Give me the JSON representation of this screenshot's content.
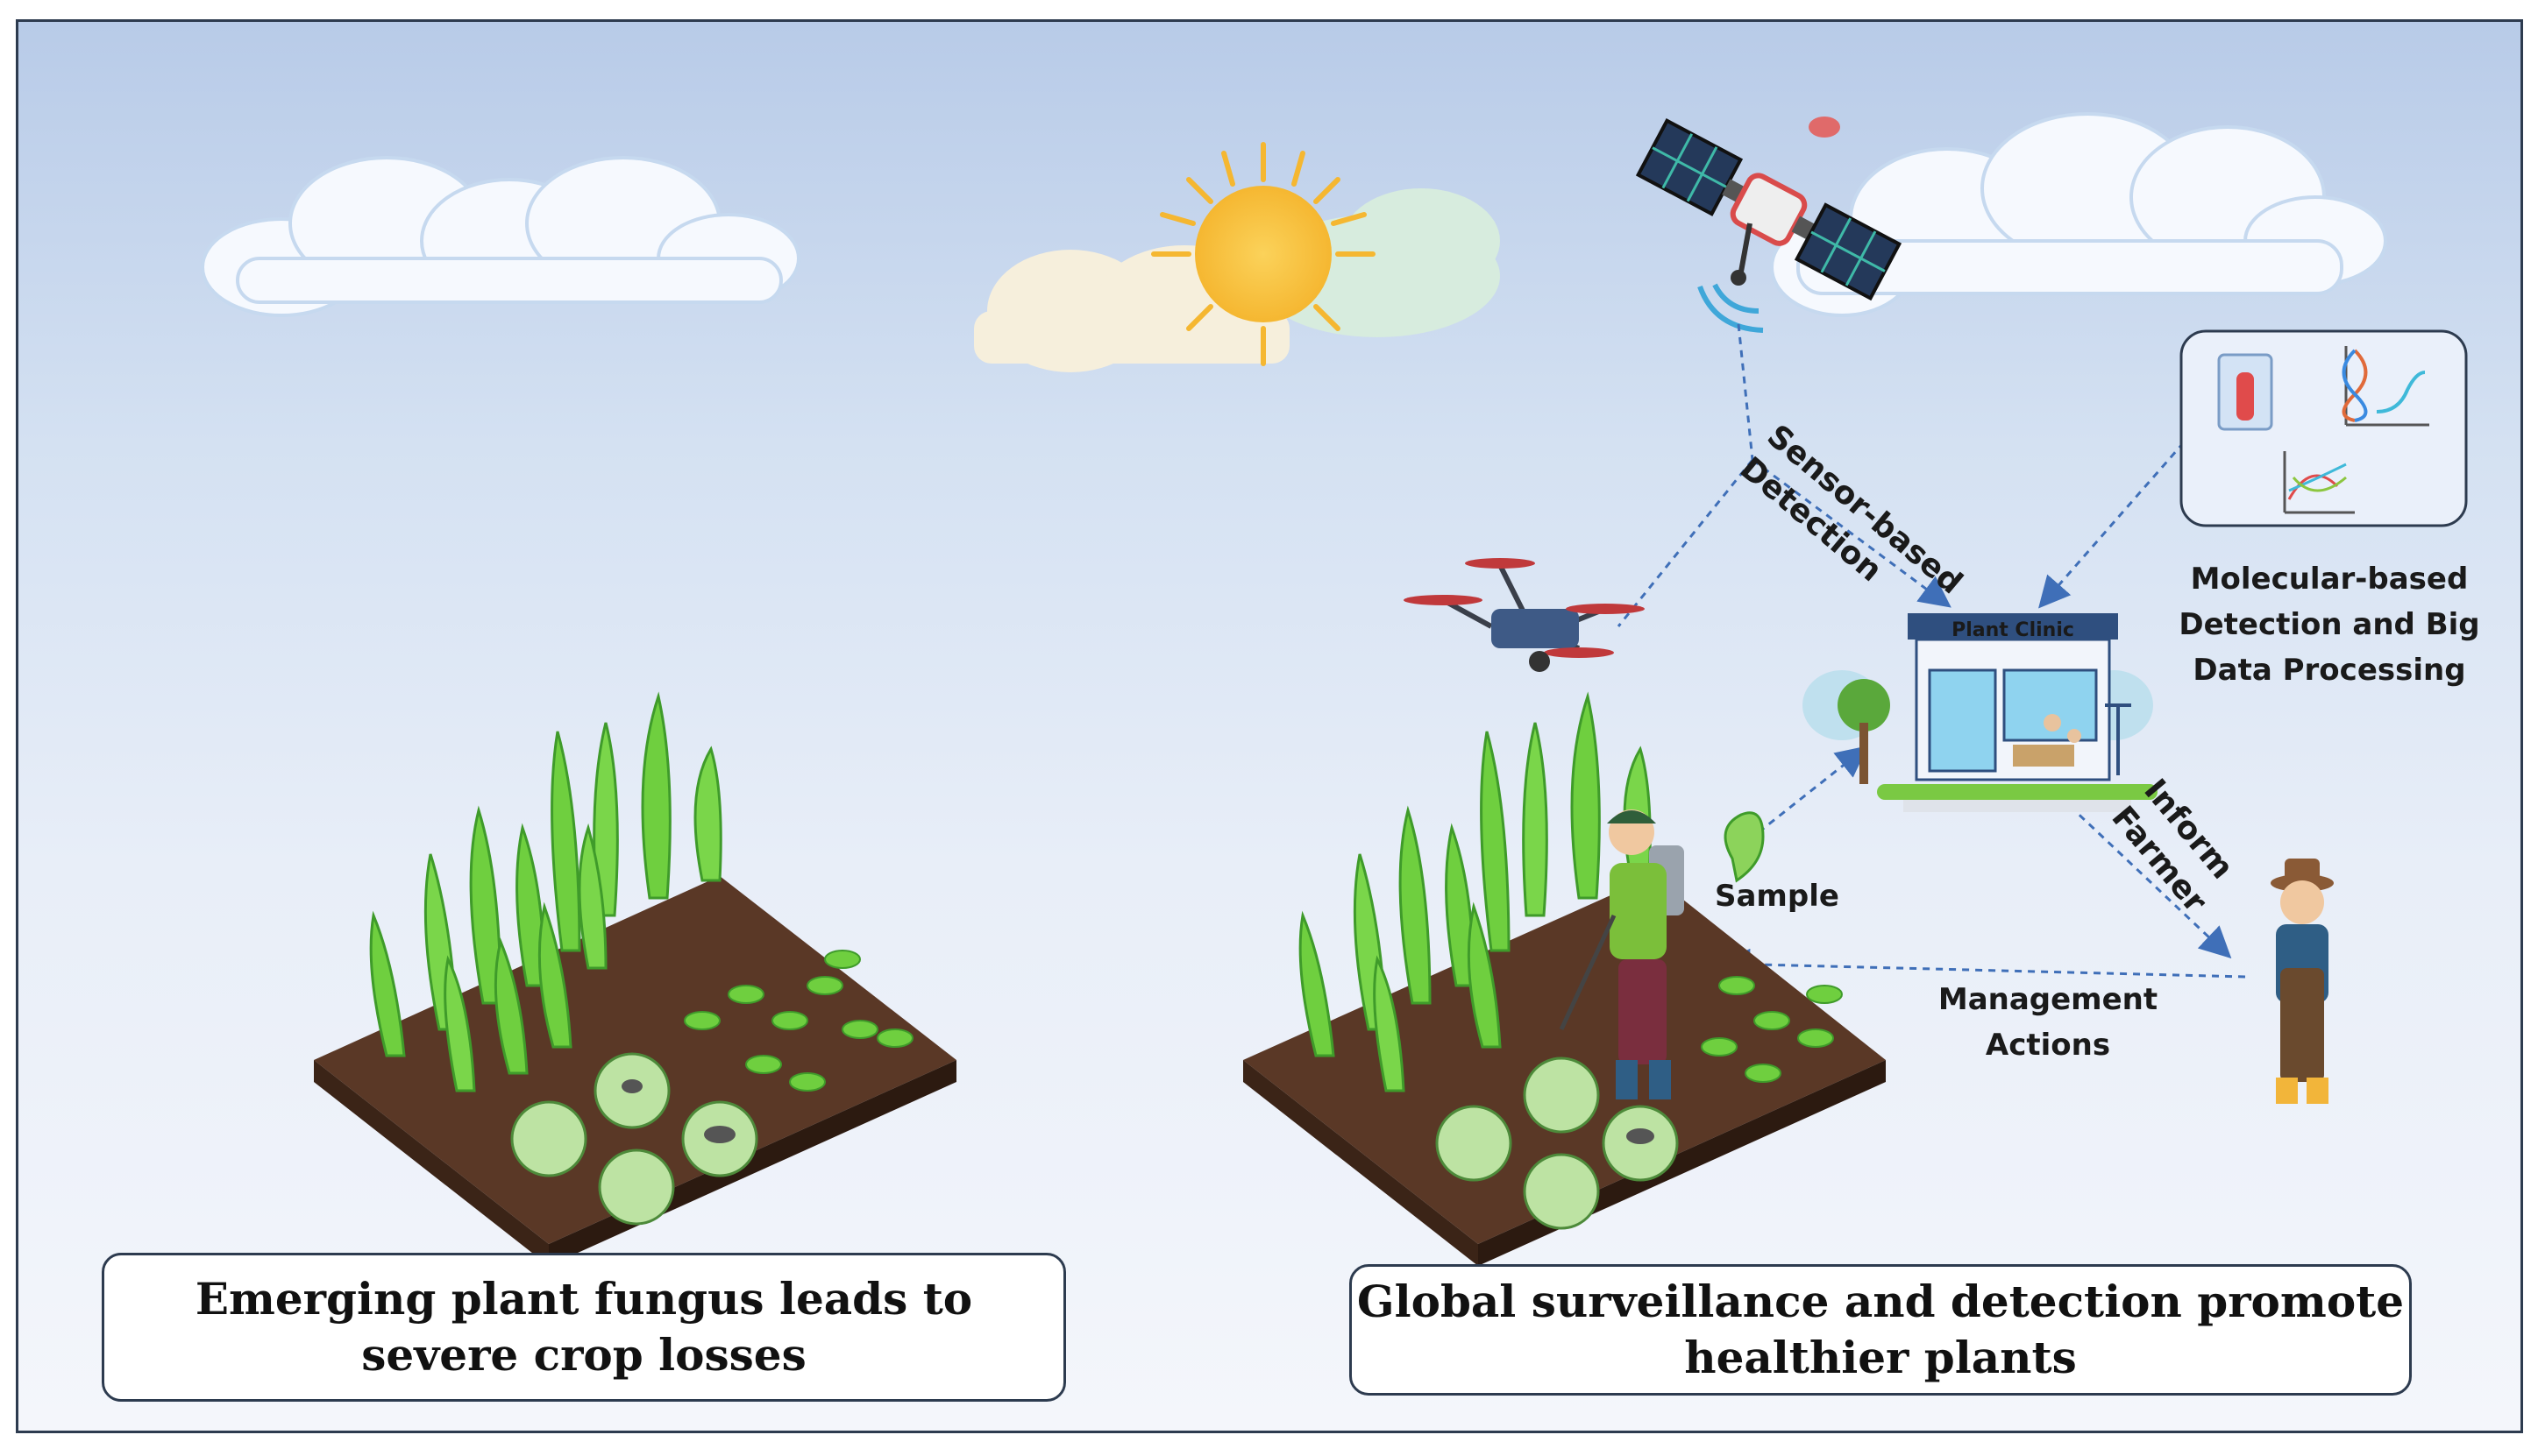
{
  "captions": {
    "left_line1": "Emerging plant fungus leads to",
    "left_line2": "severe crop losses",
    "right_line1": "Global surveillance and detection promote",
    "right_line2": "healthier plants"
  },
  "labels": {
    "sensor_line1": "Sensor-based",
    "sensor_line2": "Detection",
    "molecular_line1": "Molecular-based",
    "molecular_line2": "Detection and Big",
    "molecular_line3": "Data Processing",
    "inform_line1": "Inform",
    "inform_line2": "Farmer",
    "sample": "Sample",
    "management_line1": "Management",
    "management_line2": "Actions",
    "clinic_sign": "Plant Clinic"
  },
  "colors": {
    "sky_top": "#b8cbe8",
    "soil": "#5a3826",
    "arrow": "#3f6fb8",
    "leaf": "#6fcf3f",
    "sun": "#f5b731"
  }
}
